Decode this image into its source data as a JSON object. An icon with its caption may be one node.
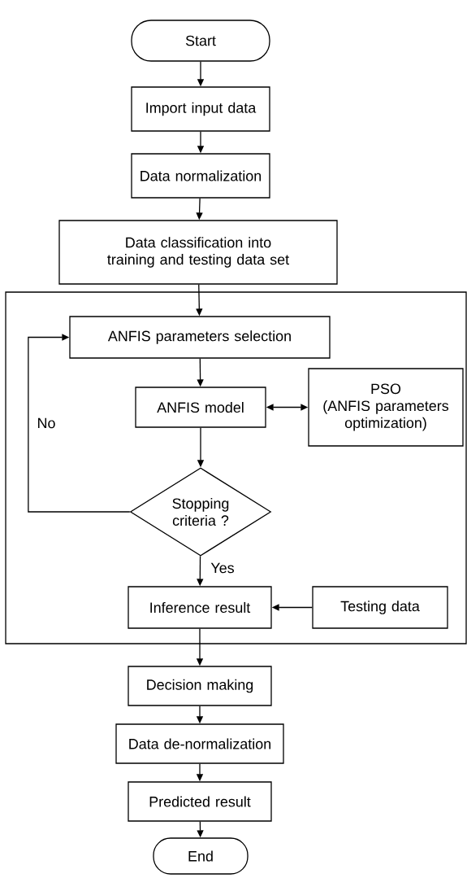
{
  "diagram": {
    "nodes": [
      {
        "text": [
          "Start"
        ]
      },
      {
        "text": [
          "Import input data"
        ]
      },
      {
        "text": [
          "Data normalization"
        ]
      },
      {
        "text": [
          "Data classification into training and testing data set"
        ]
      },
      {
        "text": [],
        "shape": "box"
      },
      {
        "text": [
          "ANFIS parameters selection"
        ],
        "in": 4
      },
      {
        "text": [
          "ANFIS model"
        ],
        "in": 4
      },
      {
        "text": [
          "PSO",
          "(ANFIS parameters optimization)"
        ],
        "in": 4
      },
      {
        "text": [
          "Stopping criteria ?"
        ],
        "in": 4
      },
      {
        "text": [
          "Inference result"
        ],
        "in": 4
      },
      {
        "text": [
          "Testing data"
        ],
        "in": 4
      },
      {
        "text": [
          "Decision making"
        ]
      },
      {
        "text": [
          "Data de-normalization"
        ]
      },
      {
        "text": [
          "Predicted result"
        ]
      },
      {
        "text": [
          "End"
        ]
      }
    ],
    "edges": [
      {
        "from": 0,
        "to": 1,
        "arrow": "to"
      },
      {
        "from": 1,
        "to": 2,
        "arrow": "to"
      },
      {
        "from": 2,
        "to": 3,
        "arrow": "to"
      },
      {
        "from": 3,
        "to": 5,
        "arrow": "to"
      },
      {
        "from": 5,
        "to": 6,
        "arrow": "to"
      },
      {
        "from": 6,
        "to": 7,
        "arrow": "both"
      },
      {
        "from": 6,
        "to": 8,
        "arrow": "to"
      },
      {
        "from": 8,
        "to": 5,
        "arrow": "to",
        "label": "No"
      },
      {
        "from": 8,
        "to": 9,
        "arrow": "to",
        "label": "Yes"
      },
      {
        "from": 10,
        "to": 9,
        "arrow": "to"
      },
      {
        "from": 9,
        "to": 11,
        "arrow": "to"
      },
      {
        "from": 11,
        "to": 12,
        "arrow": "to"
      },
      {
        "from": 12,
        "to": 13,
        "arrow": "to"
      },
      {
        "from": 13,
        "to": 14,
        "arrow": "to"
      }
    ]
  }
}
